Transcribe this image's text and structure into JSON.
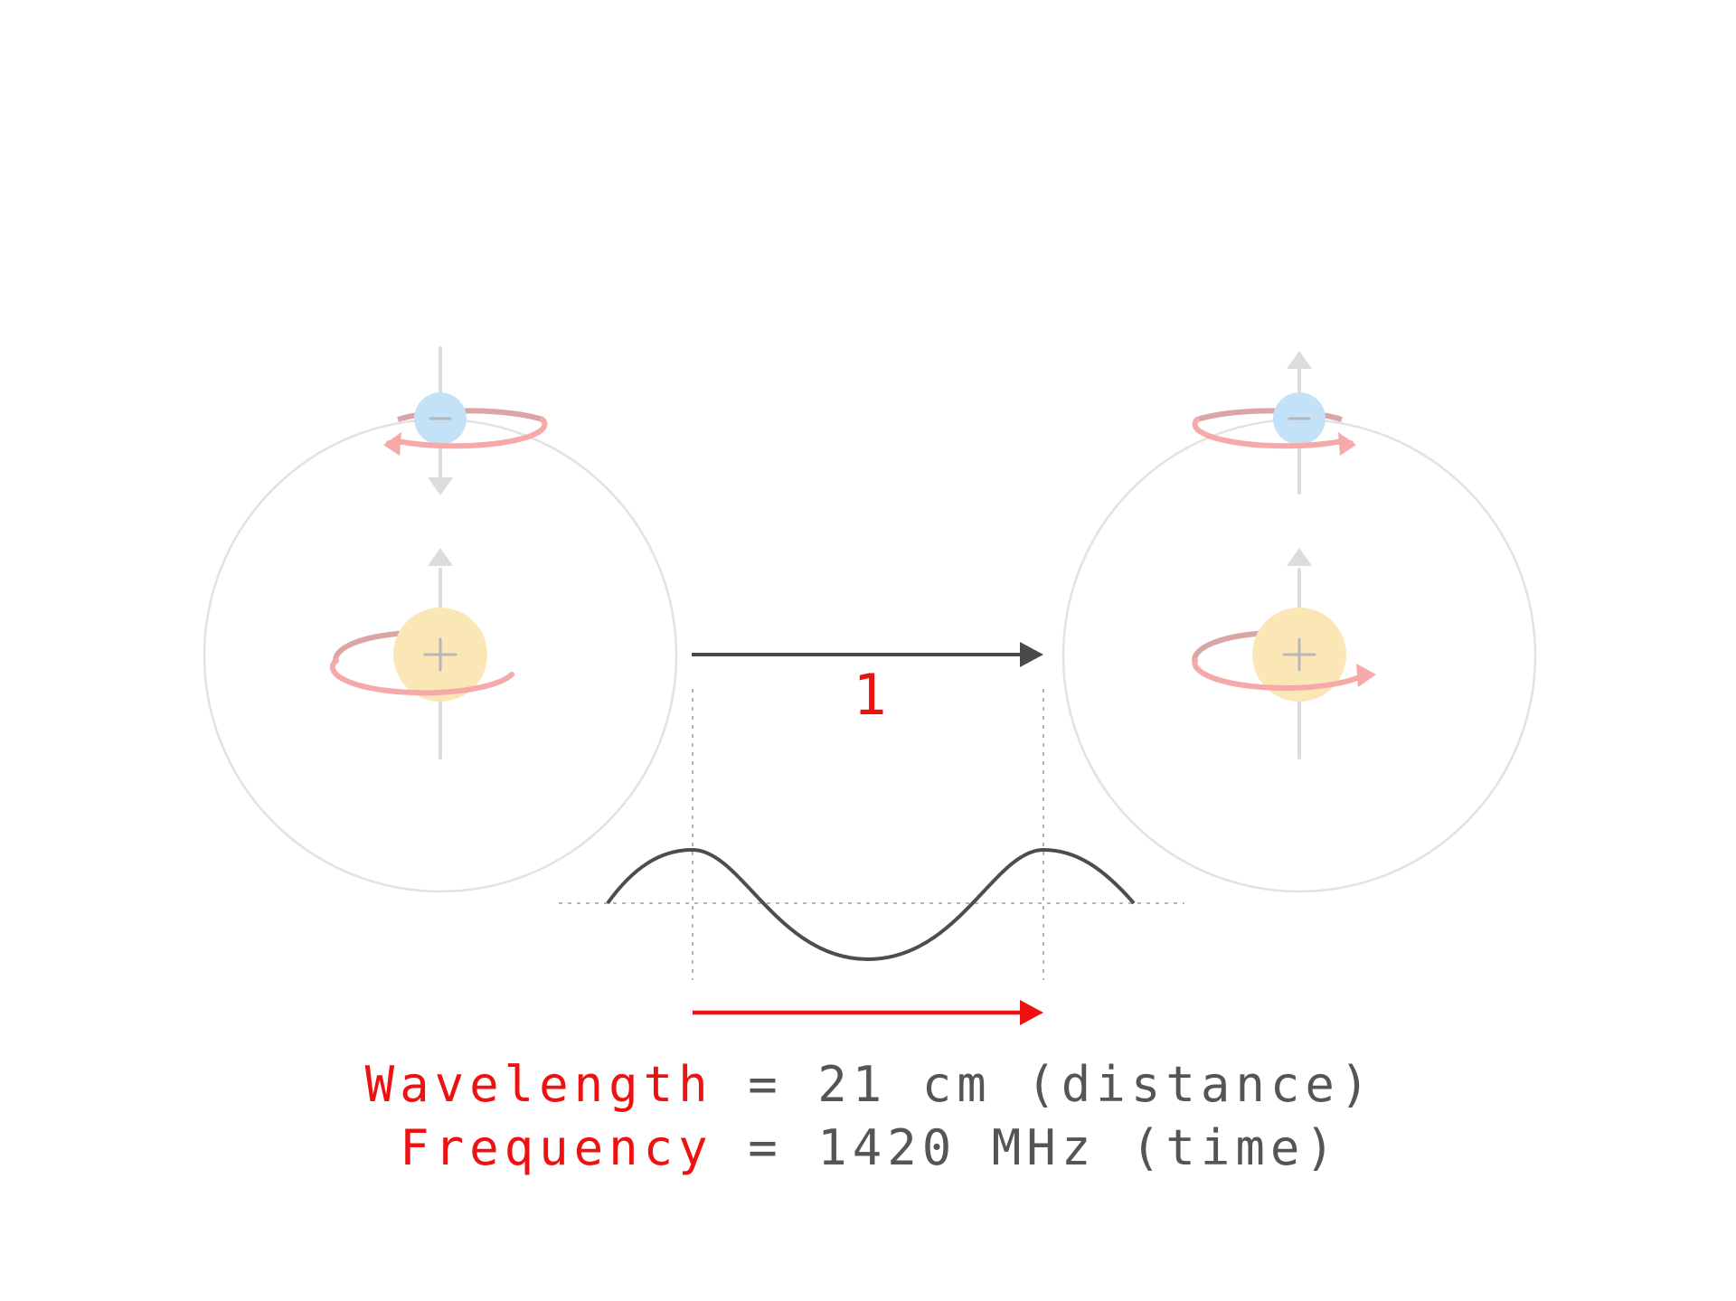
{
  "colors": {
    "emphasis": "#ee1111",
    "text": "#555555",
    "arrow": "#4a4a4a",
    "wave": "#4d4d4d",
    "electron": "#c4e2f7",
    "proton": "#fbe6b5",
    "spin_ring": "#f6a9a9",
    "axis": "#dcdcdc",
    "orbit": "#e2e2e2"
  },
  "atoms": [
    {
      "electron_sign": "−",
      "proton_sign": "+",
      "electron_spin": "down",
      "proton_spin": "up"
    },
    {
      "electron_sign": "−",
      "proton_sign": "+",
      "electron_spin": "up",
      "proton_spin": "up"
    }
  ],
  "transition_label": "1",
  "formula": {
    "wavelength_name": "Wavelength",
    "wavelength_value": "= 21 cm (distance)",
    "frequency_name": "Frequency",
    "frequency_value": "= 1420 MHz (time)"
  }
}
